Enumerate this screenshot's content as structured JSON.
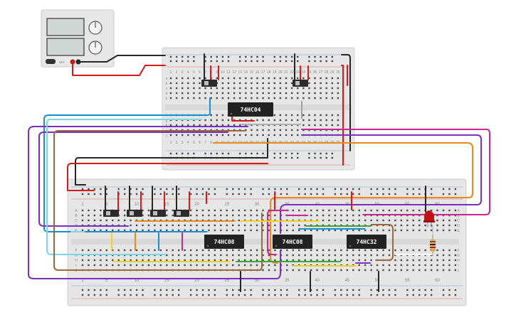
{
  "power_supply": {
    "display_top": "",
    "display_bottom": "",
    "knob_top_label": "",
    "knob_bottom_label": "",
    "switch_label": "OFF"
  },
  "breadboard_top": {
    "chip_1": "74HC04",
    "column_numbers": [
      "1",
      "2",
      "3",
      "4",
      "5",
      "6",
      "7",
      "8",
      "9",
      "10",
      "11",
      "12",
      "13",
      "14",
      "15",
      "16",
      "17",
      "18",
      "19",
      "20",
      "21",
      "22",
      "23",
      "24",
      "25",
      "26",
      "27",
      "28",
      "29",
      "30"
    ],
    "row_letters_top": [
      "a",
      "b",
      "c",
      "d",
      "e"
    ],
    "row_letters_bottom": [
      "f",
      "g",
      "h",
      "i",
      "j"
    ]
  },
  "breadboard_bottom": {
    "chip_1": "74HC08",
    "chip_2": "74HC08",
    "chip_3": "74HC32",
    "column_numbers": [
      "1",
      "5",
      "10",
      "15",
      "20",
      "25",
      "30",
      "35",
      "40",
      "45",
      "50",
      "55",
      "60"
    ],
    "row_letters_top": [
      "A",
      "B",
      "C",
      "D",
      "E"
    ],
    "row_letters_bottom": [
      "F",
      "G",
      "H",
      "I",
      "J"
    ]
  },
  "colors": {
    "board": "#e6e6e6",
    "chip": "#222222",
    "wire_red": "#d01c1c",
    "wire_black": "#262626",
    "wire_blue": "#1a8fd0",
    "wire_purple": "#7b2fbf",
    "wire_magenta": "#c8288f",
    "wire_orange": "#e8891a",
    "wire_brown": "#9a6a3e",
    "wire_yellow": "#f2d21e",
    "wire_green": "#3aa83a",
    "wire_lightblue": "#7fd6e6",
    "led": "#c0131a"
  }
}
